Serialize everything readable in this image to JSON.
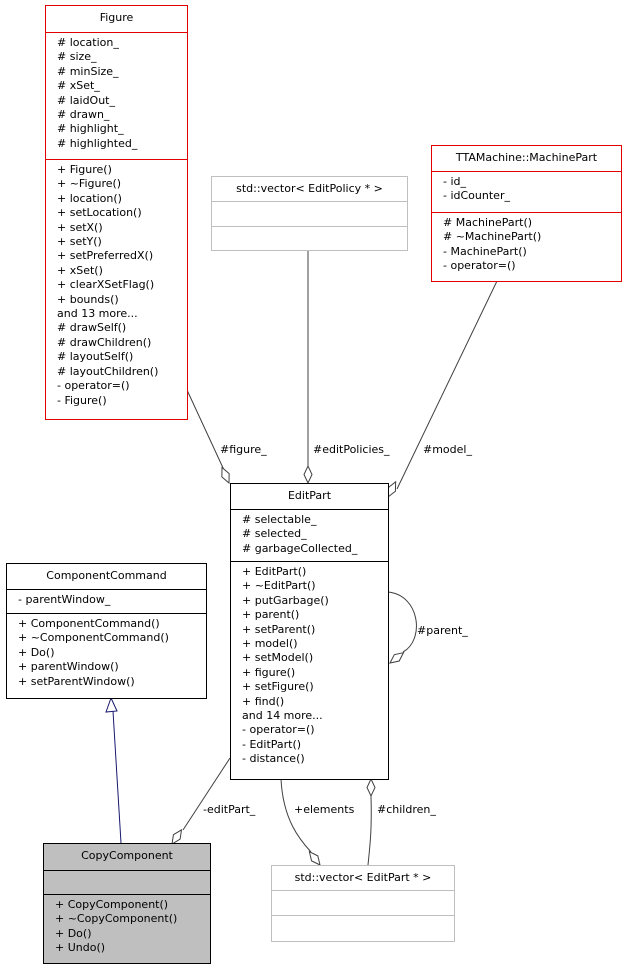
{
  "classes": {
    "figure": {
      "name": "Figure",
      "attributes": [
        "# location_",
        "# size_",
        "# minSize_",
        "# xSet_",
        "# laidOut_",
        "# drawn_",
        "# highlight_",
        "# highlighted_"
      ],
      "methods": [
        "+ Figure()",
        "+ ~Figure()",
        "+ location()",
        "+ setLocation()",
        "+ setX()",
        "+ setY()",
        "+ setPreferredX()",
        "+ xSet()",
        "+ clearXSetFlag()",
        "+ bounds()",
        "and 13 more...",
        "# drawSelf()",
        "# drawChildren()",
        "# layoutSelf()",
        "# layoutChildren()",
        "- operator=()",
        "- Figure()"
      ]
    },
    "edit_policy_vector": {
      "name": "std::vector< EditPolicy * >",
      "attributes": [],
      "methods": []
    },
    "machine_part": {
      "name": "TTAMachine::MachinePart",
      "attributes": [
        "- id_",
        "- idCounter_"
      ],
      "methods": [
        "# MachinePart()",
        "# ~MachinePart()",
        "- MachinePart()",
        "- operator=()"
      ]
    },
    "edit_part": {
      "name": "EditPart",
      "attributes": [
        "# selectable_",
        "# selected_",
        "# garbageCollected_"
      ],
      "methods": [
        "+ EditPart()",
        "+ ~EditPart()",
        "+ putGarbage()",
        "+ parent()",
        "+ setParent()",
        "+ model()",
        "+ setModel()",
        "+ figure()",
        "+ setFigure()",
        "+ find()",
        "and 14 more...",
        "- operator=()",
        "- EditPart()",
        "- distance()"
      ]
    },
    "component_command": {
      "name": "ComponentCommand",
      "attributes": [
        "- parentWindow_"
      ],
      "methods": [
        "+ ComponentCommand()",
        "+ ~ComponentCommand()",
        "+ Do()",
        "+ parentWindow()",
        "+ setParentWindow()"
      ]
    },
    "copy_component": {
      "name": "CopyComponent",
      "attributes": [],
      "methods": [
        "+ CopyComponent()",
        "+ ~CopyComponent()",
        "+ Do()",
        "+ Undo()"
      ]
    },
    "edit_part_vector": {
      "name": "std::vector< EditPart * >",
      "attributes": [],
      "methods": []
    }
  },
  "edges": {
    "figure": "#figure_",
    "edit_policies": "#editPolicies_",
    "model": "#model_",
    "parent": "#parent_",
    "edit_part": "-editPart_",
    "elements": "+elements",
    "children": "#children_"
  },
  "colors": {
    "highlight": "#bfbfbf",
    "external": "#e00000",
    "inherit": "#191970"
  }
}
